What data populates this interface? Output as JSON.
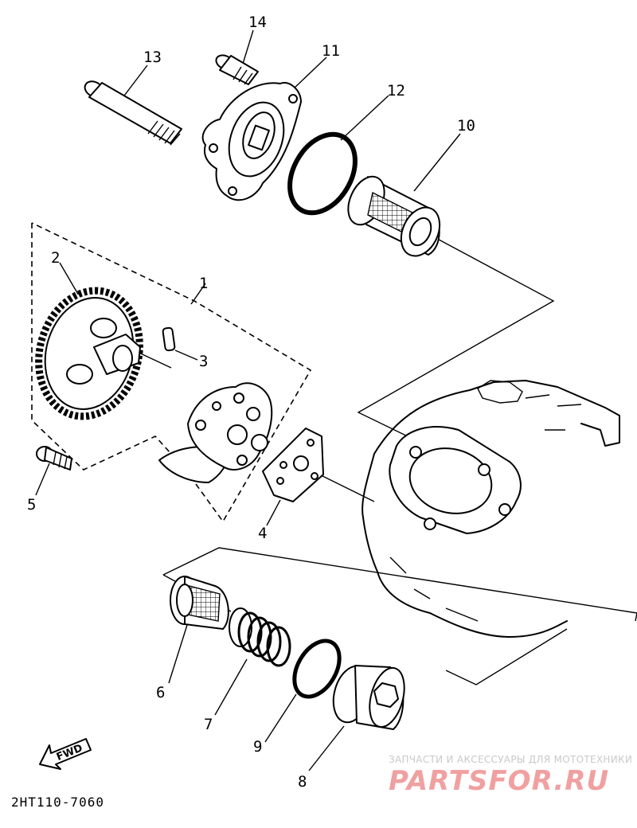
{
  "callouts": {
    "p1": "1",
    "p2": "2",
    "p3": "3",
    "p4": "4",
    "p5": "5",
    "p6": "6",
    "p7": "7",
    "p8": "8",
    "p9": "9",
    "p10": "10",
    "p11": "11",
    "p12": "12",
    "p13": "13",
    "p14": "14"
  },
  "direction_label": "FWD",
  "diagram_code": "2HT110-7060",
  "watermark": {
    "tagline": "ЗАПЧАСТИ И АКСЕССУАРЫ ДЛЯ МОТОТЕХНИКИ",
    "logo": "PARTSFOR.RU"
  },
  "colors": {
    "line": "#000000",
    "watermark_logo": "#f0a0a0",
    "watermark_text": "#c9c9c9"
  }
}
